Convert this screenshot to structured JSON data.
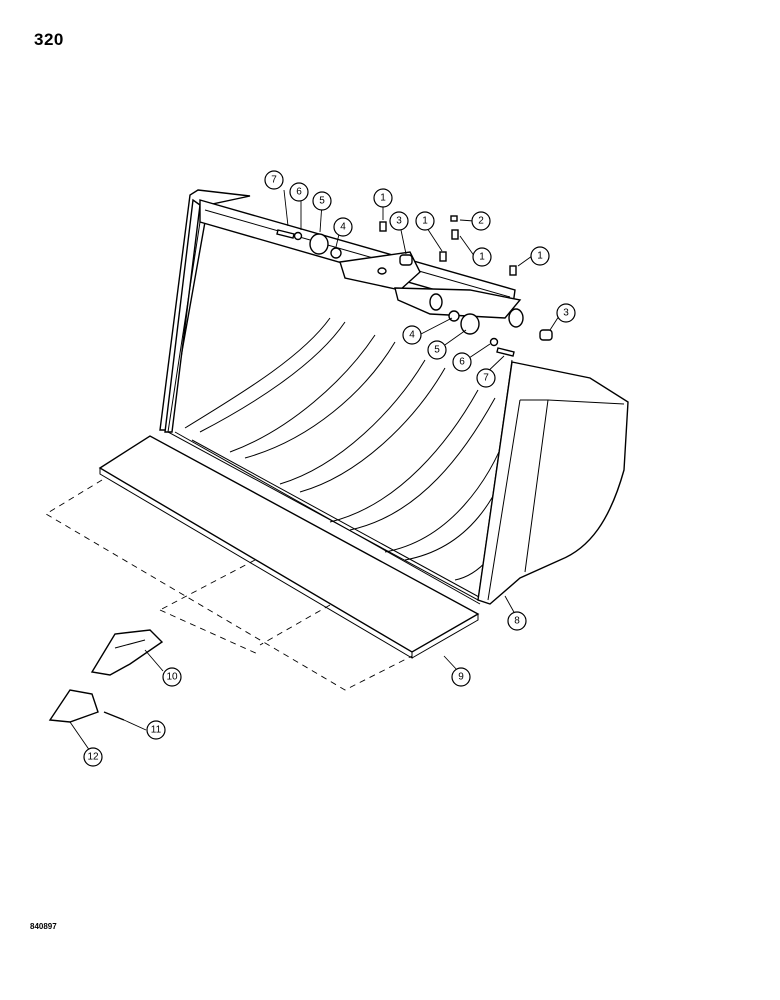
{
  "page": {
    "number": "320",
    "drawing_code": "840897"
  },
  "callouts": [
    {
      "id": "c1a",
      "label": "1"
    },
    {
      "id": "c1b",
      "label": "1"
    },
    {
      "id": "c1c",
      "label": "1"
    },
    {
      "id": "c1d",
      "label": "1"
    },
    {
      "id": "c2",
      "label": "2"
    },
    {
      "id": "c3a",
      "label": "3"
    },
    {
      "id": "c3b",
      "label": "3"
    },
    {
      "id": "c4a",
      "label": "4"
    },
    {
      "id": "c4b",
      "label": "4"
    },
    {
      "id": "c5a",
      "label": "5"
    },
    {
      "id": "c5b",
      "label": "5"
    },
    {
      "id": "c6a",
      "label": "6"
    },
    {
      "id": "c6b",
      "label": "6"
    },
    {
      "id": "c7a",
      "label": "7"
    },
    {
      "id": "c7b",
      "label": "7"
    },
    {
      "id": "c8",
      "label": "8"
    },
    {
      "id": "c9",
      "label": "9"
    },
    {
      "id": "c10",
      "label": "10"
    },
    {
      "id": "c11",
      "label": "11"
    },
    {
      "id": "c12",
      "label": "12"
    }
  ]
}
